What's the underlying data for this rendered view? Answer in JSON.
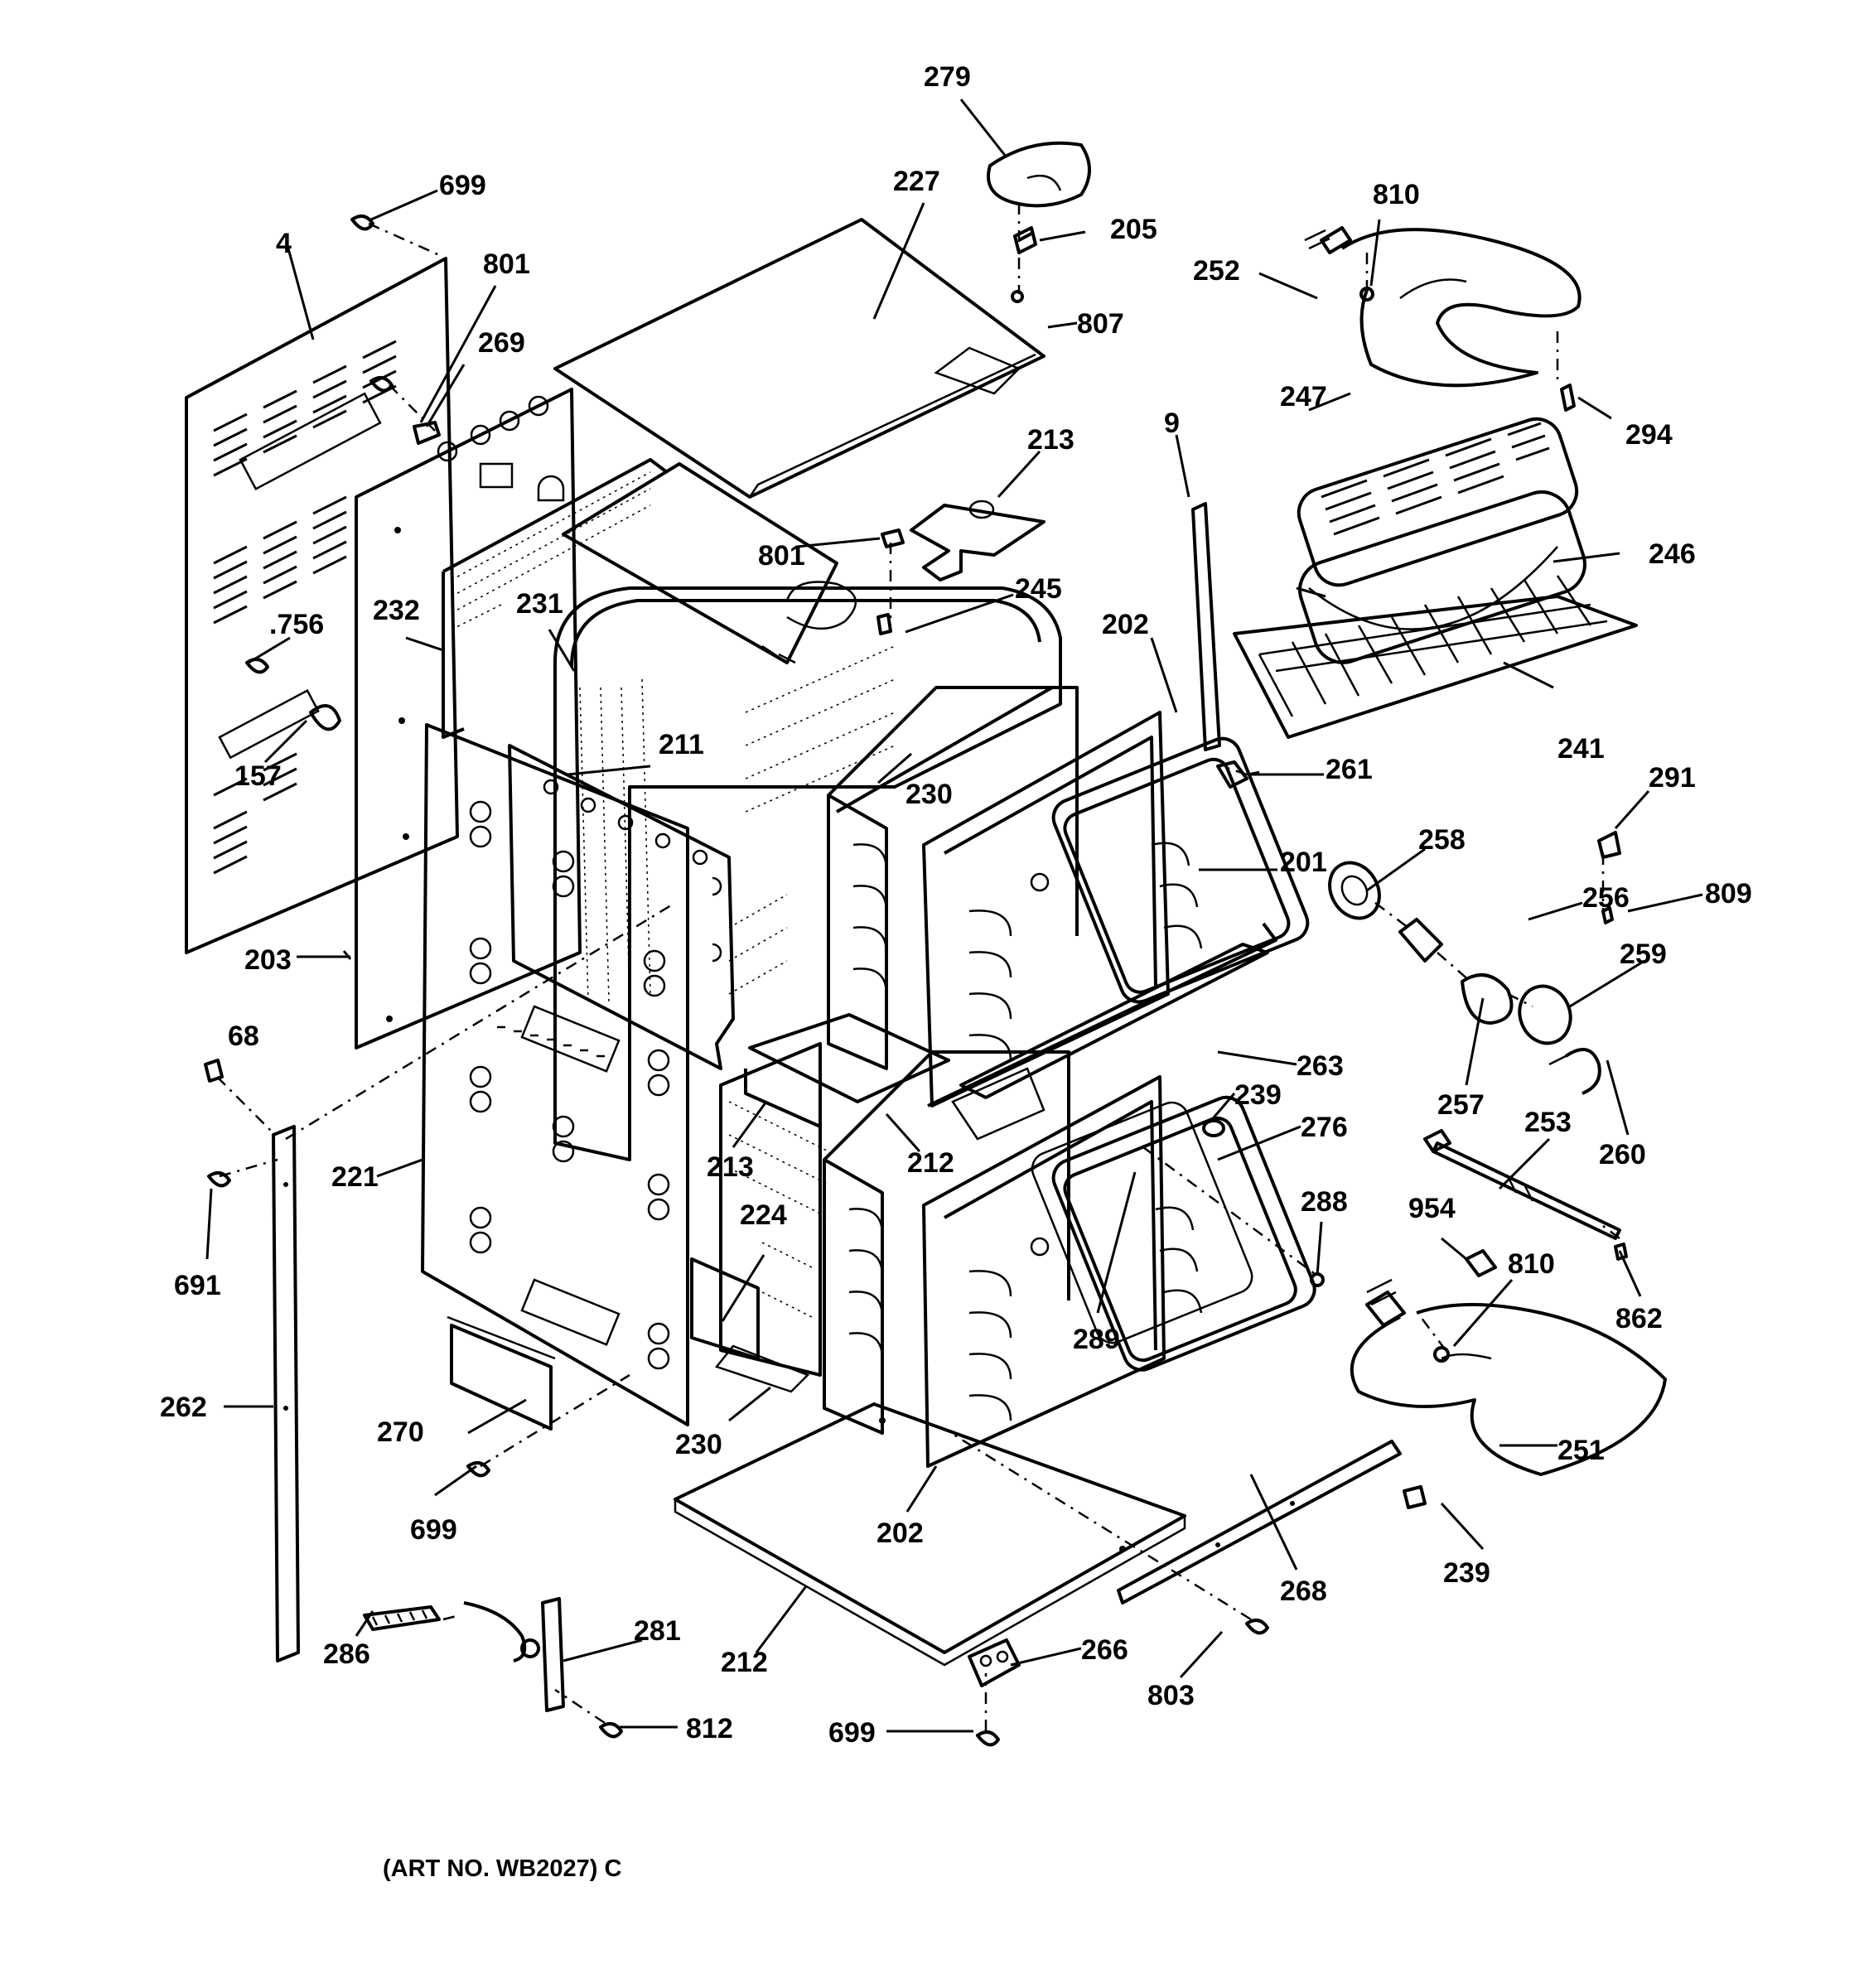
{
  "caption": "(ART NO. WB2027) C",
  "callouts": {
    "c279": "279",
    "c699a": "699",
    "c227": "227",
    "c205": "205",
    "c810a": "810",
    "c4": "4",
    "c801a": "801",
    "c252": "252",
    "c807": "807",
    "c269": "269",
    "c247": "247",
    "c294": "294",
    "c213a": "213",
    "c9": "9",
    "c801b": "801",
    "c246": "246",
    "c245": "245",
    "c756": ".756",
    "c232": "232",
    "c231": "231",
    "c202a": "202",
    "c211": "211",
    "c241": "241",
    "c157": "157",
    "c230a": "230",
    "c261": "261",
    "c291": "291",
    "c258": "258",
    "c201": "201",
    "c256": "256",
    "c809": "809",
    "c259": "259",
    "c203": "203",
    "c68": "68",
    "c263": "263",
    "c257": "257",
    "c239a": "239",
    "c276": "276",
    "c260": "260",
    "c253": "253",
    "c221": "221",
    "c213b": "213",
    "c212a": "212",
    "c288": "288",
    "c224": "224",
    "c954": "954",
    "c810b": "810",
    "c691": "691",
    "c862": "862",
    "c289": "289",
    "c262": "262",
    "c270": "270",
    "c230b": "230",
    "c251": "251",
    "c699b": "699",
    "c202b": "202",
    "c268": "268",
    "c239b": "239",
    "c286": "286",
    "c281": "281",
    "c212b": "212",
    "c266": "266",
    "c803": "803",
    "c812": "812",
    "c699c": "699"
  }
}
